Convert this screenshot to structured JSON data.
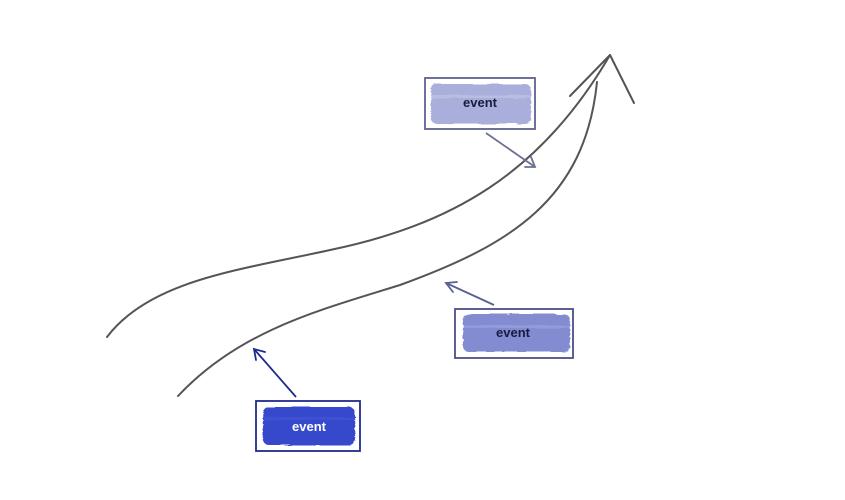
{
  "diagram": {
    "events": [
      {
        "label": "event",
        "color": "#2a3fc9",
        "frame": "#1f2b8a",
        "arrow": "#1f2b8a",
        "text_color": "#ffffff"
      },
      {
        "label": "event",
        "color": "#7d86cf",
        "frame": "#4a4f88",
        "arrow": "#5a6090",
        "text_color": "#1a1a40"
      },
      {
        "label": "event",
        "color": "#a4aad8",
        "frame": "#5e6290",
        "arrow": "#6c7094",
        "text_color": "#1a1a40"
      }
    ],
    "stroke_color": "#555555"
  }
}
